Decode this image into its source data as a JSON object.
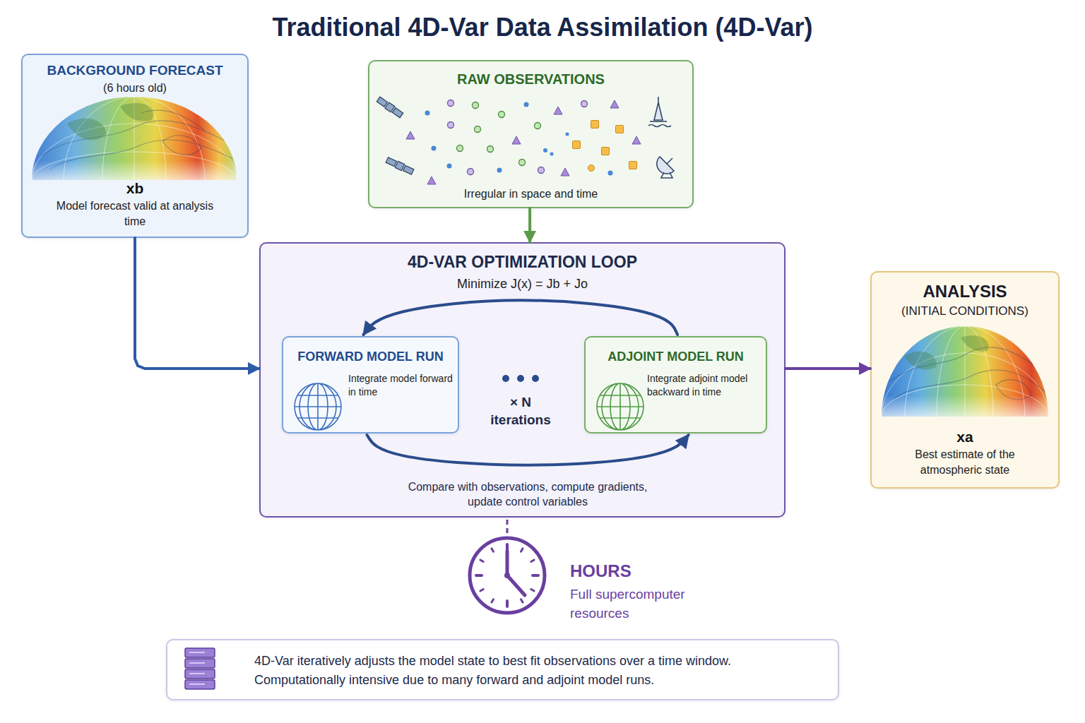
{
  "diagram": {
    "title": "Traditional 4D-Var Data Assimilation (4D-Var)",
    "nodes": [
      {
        "text": [
          "BACKGROUND FORECAST",
          "(6 hours old)",
          "xb",
          "Model forecast valid at analysis time"
        ]
      },
      {
        "text": [
          "RAW OBSERVATIONS",
          "Irregular in space and time"
        ]
      },
      {
        "text": [
          "4D-VAR OPTIMIZATION LOOP",
          "Minimize J(x) = Jb + Jo",
          "× N iterations"
        ]
      },
      {
        "text": [
          "FORWARD MODEL RUN",
          "Integrate model forward in time"
        ],
        "in": 2
      },
      {
        "text": [
          "ADJOINT MODEL RUN",
          "Integrate adjoint model backward in time"
        ],
        "in": 2
      },
      {
        "text": [
          "ANALYSIS",
          "(INITIAL CONDITIONS)",
          "xa",
          "Best estimate of the atmospheric state"
        ]
      },
      {
        "text": [
          "4D-Var iteratively adjusts the model state to best fit observations over a time window.",
          "Computationally intensive due to many forward and adjoint model runs."
        ]
      }
    ],
    "edges": [
      {
        "from": 0,
        "to": 2,
        "arrow": "to"
      },
      {
        "from": 1,
        "to": 2,
        "arrow": "to"
      },
      {
        "from": 2,
        "to": 5,
        "arrow": "to"
      },
      {
        "from": 4,
        "to": 3,
        "arrow": "to"
      },
      {
        "from": 3,
        "to": 4,
        "arrow": "to",
        "label": "Compare with observations, compute gradients, update control variables"
      }
    ],
    "labels": [
      "HOURS",
      "Full supercomputer resources"
    ]
  }
}
